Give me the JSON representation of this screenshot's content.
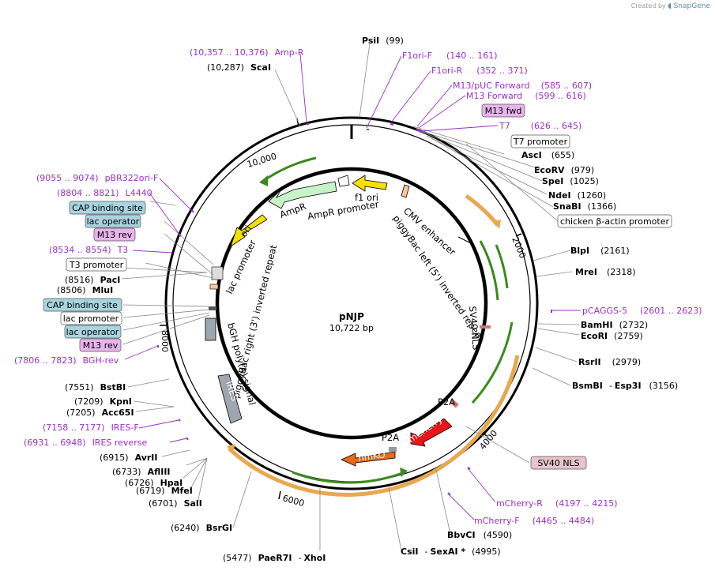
{
  "header": {
    "created_by": "Created by",
    "brand": "SnapGene"
  },
  "plasmid": {
    "name": "pNJP",
    "size": "10,722 bp"
  },
  "ticks": [
    "2000",
    "4000",
    "6000",
    "8000",
    "10,000"
  ],
  "boxes": {
    "m13fwd": "M13 fwd",
    "t7prom": "T7 promoter",
    "cba": "chicken β-actin promoter",
    "cap1": "CAP binding site",
    "lacop1": "lac operator",
    "m13rev1": "M13 rev",
    "t3prom": "T3 promoter",
    "cap2": "CAP binding site",
    "lacprom": "lac promoter",
    "lacop2": "lac operator",
    "m13rev2": "M13 rev",
    "sv40": "SV40 NLS"
  },
  "enzymes": {
    "psi": {
      "name": "PsiI",
      "pos": "(99)"
    },
    "asc": {
      "name": "AscI",
      "pos": "(655)"
    },
    "ecorv": {
      "name": "EcoRV",
      "pos": "(979)"
    },
    "spe": {
      "name": "SpeI",
      "pos": "(1025)"
    },
    "nde": {
      "name": "NdeI",
      "pos": "(1260)"
    },
    "snab": {
      "name": "SnaBI",
      "pos": "(1366)"
    },
    "blp": {
      "name": "BlpI",
      "pos": "(2161)"
    },
    "mre": {
      "name": "MreI",
      "pos": "(2318)"
    },
    "bamh": {
      "name": "BamHI",
      "pos": "(2732)"
    },
    "ecori": {
      "name": "EcoRI",
      "pos": "(2759)"
    },
    "rsr": {
      "name": "RsrII",
      "pos": "(2979)"
    },
    "bsmbi": {
      "name": "BsmBI",
      "sep": "-",
      "name2": "Esp3I",
      "pos": "(3156)"
    },
    "bbvci": {
      "name": "BbvCI",
      "pos": "(4590)"
    },
    "csi": {
      "name": "CsiI",
      "sep": "-",
      "name2": "SexAI *",
      "pos": "(4995)"
    },
    "pae": {
      "pos": "(5477)",
      "name": "PaeR7I",
      "sep": "-",
      "name2": "XhoI"
    },
    "bsrg": {
      "pos": "(6240)",
      "name": "BsrGI"
    },
    "sal": {
      "pos": "(6701)",
      "name": "SalI"
    },
    "mfe": {
      "pos": "(6719)",
      "name": "MfeI"
    },
    "hpa": {
      "pos": "(6726)",
      "name": "HpaI"
    },
    "afl": {
      "pos": "(6733)",
      "name": "AflIII"
    },
    "avr": {
      "pos": "(6915)",
      "name": "AvrII"
    },
    "acc": {
      "pos": "(7205)",
      "name": "Acc65I"
    },
    "kpn": {
      "pos": "(7209)",
      "name": "KpnI"
    },
    "bstb": {
      "pos": "(7551)",
      "name": "BstBI"
    },
    "mlu": {
      "pos": "(8506)",
      "name": "MluI"
    },
    "pac": {
      "pos": "(8516)",
      "name": "PacI"
    },
    "sca": {
      "pos": "(10,287)",
      "name": "ScaI"
    }
  },
  "primers": {
    "f1f": {
      "name": "F1ori-F",
      "pos": "(140 .. 161)"
    },
    "f1r": {
      "name": "F1ori-R",
      "pos": "(352 .. 371)"
    },
    "m13puc": {
      "name": "M13/pUC Forward",
      "pos": "(585 .. 607)"
    },
    "m13f": {
      "name": "M13 Forward",
      "pos": "(599 .. 616)"
    },
    "t7": {
      "name": "T7",
      "pos": "(626 .. 645)"
    },
    "pcaggs": {
      "name": "pCAGGS-5",
      "pos": "(2601 .. 2623)"
    },
    "mchr": {
      "name": "mCherry-R",
      "pos": "(4197 .. 4215)"
    },
    "mchf": {
      "name": "mCherry-F",
      "pos": "(4465 .. 4484)"
    },
    "ampr": {
      "pos": "(10,357 .. 10,376)",
      "name": "Amp-R"
    },
    "pbr": {
      "pos": "(9055 .. 9074)",
      "name": "pBR322ori-F"
    },
    "l4440": {
      "pos": "(8804 .. 8821)",
      "name": "L4440"
    },
    "t3": {
      "pos": "(8534 .. 8554)",
      "name": "T3"
    },
    "bgh": {
      "pos": "(7806 .. 7823)",
      "name": "BGH-rev"
    },
    "iresf": {
      "pos": "(7158 .. 7177)",
      "name": "IRES-F"
    },
    "iresr": {
      "pos": "(6931 .. 6948)",
      "name": "IRES reverse"
    }
  },
  "features": {
    "f1ori": "f1 ori",
    "ampr": "AmpR",
    "amprprom": "AmpR promoter",
    "ori": "ori",
    "lacprom": "lac promoter",
    "pbright": "piggyBac right (3') inverted repeat",
    "bgh": "bGH poly(A) signal",
    "ires": "IRES",
    "hmko": "hmKO",
    "p2a1": "P2A",
    "mcherry": "mCherry",
    "p2a2": "P2A",
    "sv40nls": "SV40 NLS",
    "cmv": "CMV enhancer",
    "pbleft": "piggyBac left (5') inverted repeat"
  },
  "colors": {
    "primer": "#9b30c8",
    "box_blue": "#a9d4df",
    "box_pink": "#e8b4ec",
    "box_sv40": "#e8c4cc",
    "ori": "#f5e000",
    "ampr": "#c8f2c8",
    "mcherry": "#e8161a",
    "hmko": "#e86a1a",
    "ires": "#9ea6ae",
    "orf_green": "#3a8a1a",
    "orf_orange": "#e8a850"
  }
}
